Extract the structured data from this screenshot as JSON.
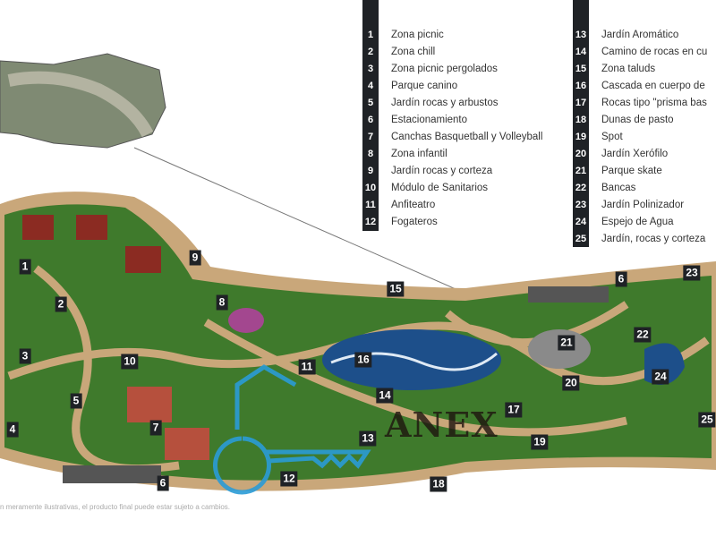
{
  "legend_left": [
    {
      "n": "1",
      "label": "Zona picnic"
    },
    {
      "n": "2",
      "label": "Zona chill"
    },
    {
      "n": "3",
      "label": "Zona picnic pergolados"
    },
    {
      "n": "4",
      "label": "Parque canino"
    },
    {
      "n": "5",
      "label": "Jardín rocas y arbustos"
    },
    {
      "n": "6",
      "label": "Estacionamiento"
    },
    {
      "n": "7",
      "label": "Canchas Basquetball y Volleyball"
    },
    {
      "n": "8",
      "label": "Zona infantil"
    },
    {
      "n": "9",
      "label": "Jardín rocas y corteza"
    },
    {
      "n": "10",
      "label": "Módulo de Sanitarios"
    },
    {
      "n": "11",
      "label": "Anfiteatro"
    },
    {
      "n": "12",
      "label": "Fogateros"
    }
  ],
  "legend_right": [
    {
      "n": "13",
      "label": "Jardín Aromático"
    },
    {
      "n": "14",
      "label": "Camino de rocas en cu"
    },
    {
      "n": "15",
      "label": "Zona taluds"
    },
    {
      "n": "16",
      "label": "Cascada en cuerpo de"
    },
    {
      "n": "17",
      "label": "Rocas tipo \"prisma bas"
    },
    {
      "n": "18",
      "label": "Dunas de pasto"
    },
    {
      "n": "19",
      "label": "Spot"
    },
    {
      "n": "20",
      "label": "Jardín Xerófilo"
    },
    {
      "n": "21",
      "label": "Parque skate"
    },
    {
      "n": "22",
      "label": "Bancas"
    },
    {
      "n": "23",
      "label": "Jardín Polinizador"
    },
    {
      "n": "24",
      "label": "Espejo de Agua"
    },
    {
      "n": "25",
      "label": "Jardín, rocas y corteza"
    }
  ],
  "markers": [
    "1",
    "2",
    "3",
    "4",
    "5",
    "6",
    "6",
    "7",
    "8",
    "9",
    "10",
    "11",
    "12",
    "13",
    "14",
    "15",
    "16",
    "17",
    "18",
    "19",
    "20",
    "21",
    "22",
    "23",
    "24",
    "25"
  ],
  "disclaimer": "n meramente ilustrativas, el producto final puede estar sujeto a cambios.",
  "watermark": "ANEX",
  "colors": {
    "grass": "#3f7a2c",
    "path": "#c9a77a",
    "water": "#1d4f8a",
    "legend": "#1f2226",
    "watermark_key": "#2a9bd6"
  }
}
